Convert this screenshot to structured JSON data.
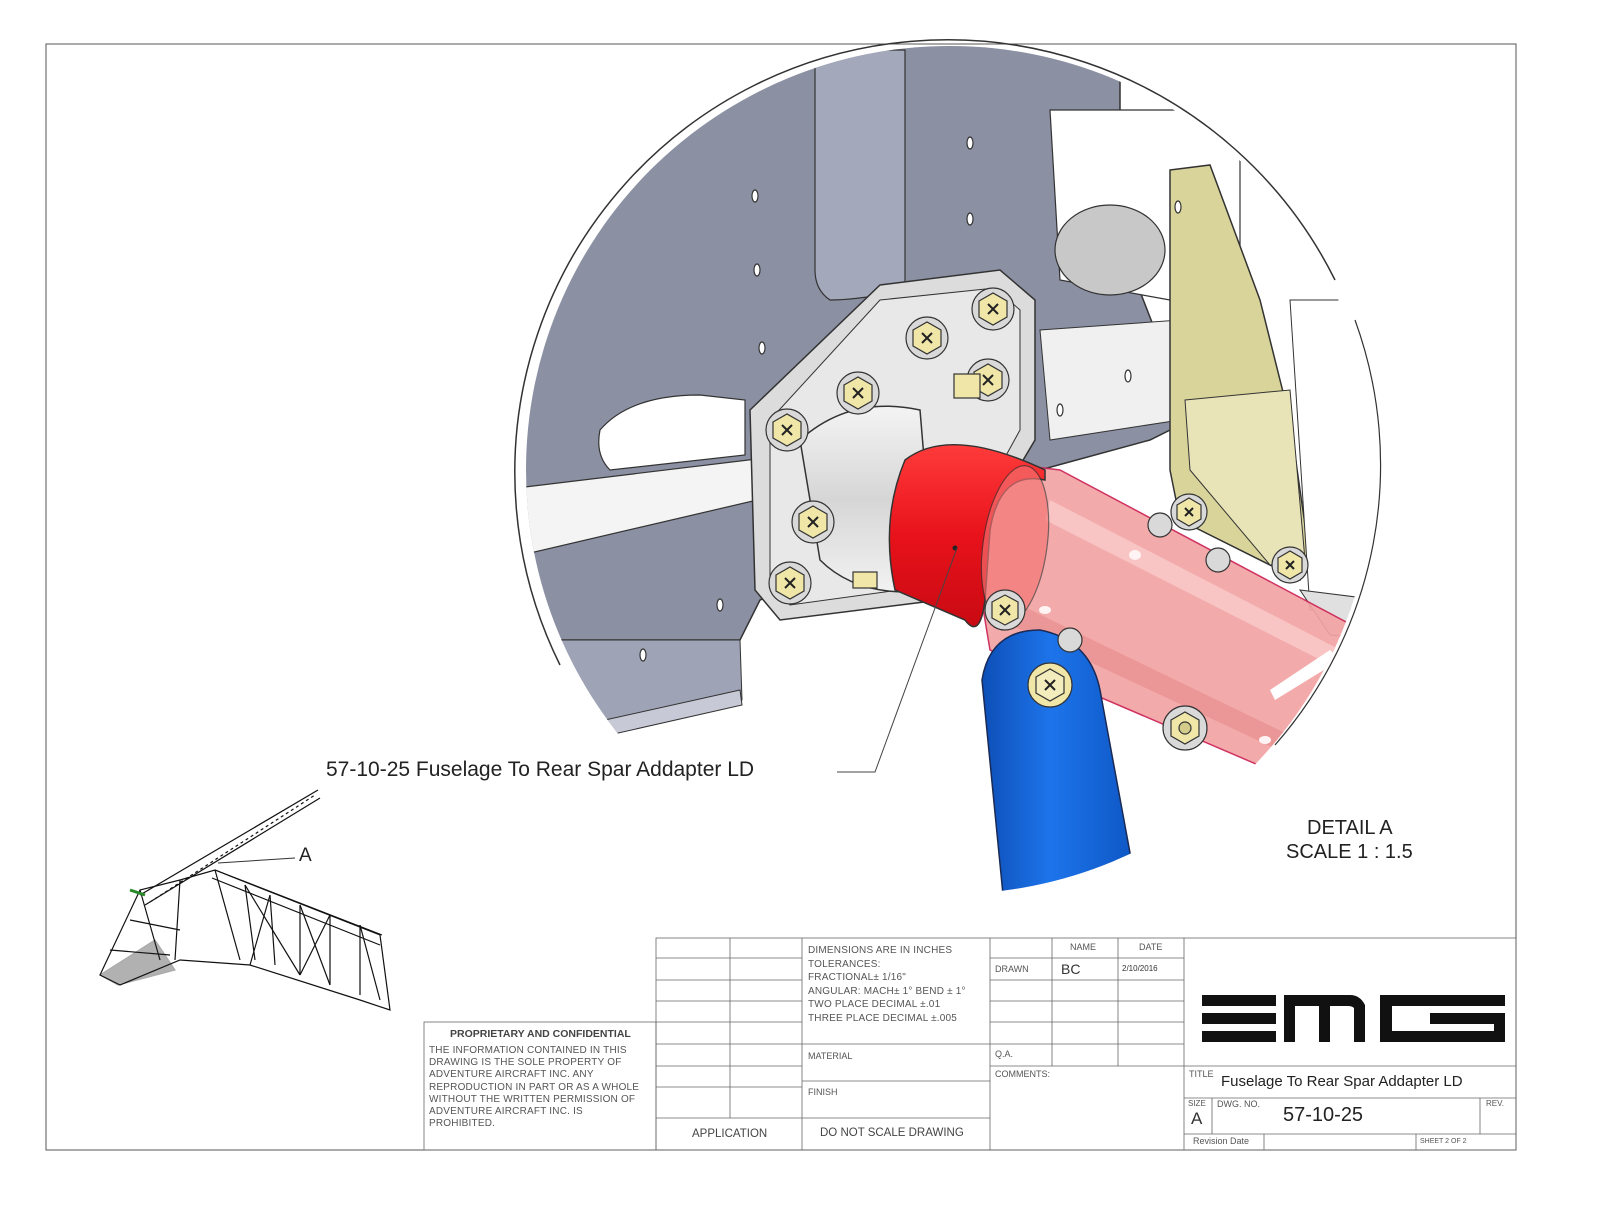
{
  "callout": {
    "part_label": "57-10-25 Fuselage To Rear Spar Addapter LD",
    "detail_letter": "A"
  },
  "detail": {
    "title": "DETAIL A",
    "scale": "SCALE 1 : 1.5"
  },
  "title_block": {
    "proprietary_heading": "PROPRIETARY AND CONFIDENTIAL",
    "proprietary_text": [
      "THE INFORMATION CONTAINED IN THIS",
      "DRAWING IS THE SOLE PROPERTY OF",
      "ADVENTURE AIRCRAFT INC.  ANY",
      "REPRODUCTION IN PART OR AS A WHOLE",
      "WITHOUT THE WRITTEN PERMISSION OF",
      "ADVENTURE AIRCRAFT INC. IS",
      "PROHIBITED."
    ],
    "application_label": "APPLICATION",
    "tolerances": [
      "DIMENSIONS ARE IN INCHES",
      "TOLERANCES:",
      "FRACTIONAL± 1/16\"",
      "ANGULAR: MACH± 1° BEND ± 1°",
      "TWO PLACE DECIMAL    ±.01",
      "THREE PLACE DECIMAL   ±.005"
    ],
    "material_label": "MATERIAL",
    "finish_label": "FINISH",
    "do_not_scale": "DO  NOT  SCALE  DRAWING",
    "name_header": "NAME",
    "date_header": "DATE",
    "drawn_label": "DRAWN",
    "drawn_name": "BC",
    "drawn_date": "2/10/2016",
    "qa_label": "Q.A.",
    "comments_label": "COMMENTS:",
    "title_label": "TITLE",
    "title_value": "Fuselage To Rear Spar Addapter LD",
    "size_label": "SIZE",
    "size_value": "A",
    "dwg_no_label": "DWG.  NO.",
    "dwg_no_value": "57-10-25",
    "rev_label": "REV.",
    "revision_date_label": "Revision Date",
    "sheet_label": "SHEET 2 OF 2",
    "logo_text": "EMG"
  },
  "colors": {
    "plate": "#8b90a3",
    "plate_light": "#a3a8ba",
    "adapter": "#e8121b",
    "spar": "#f2a3a3",
    "strut": "#1565d8",
    "bolt": "#efe6a8",
    "bracket": "#d9d49a",
    "line": "#444444"
  }
}
